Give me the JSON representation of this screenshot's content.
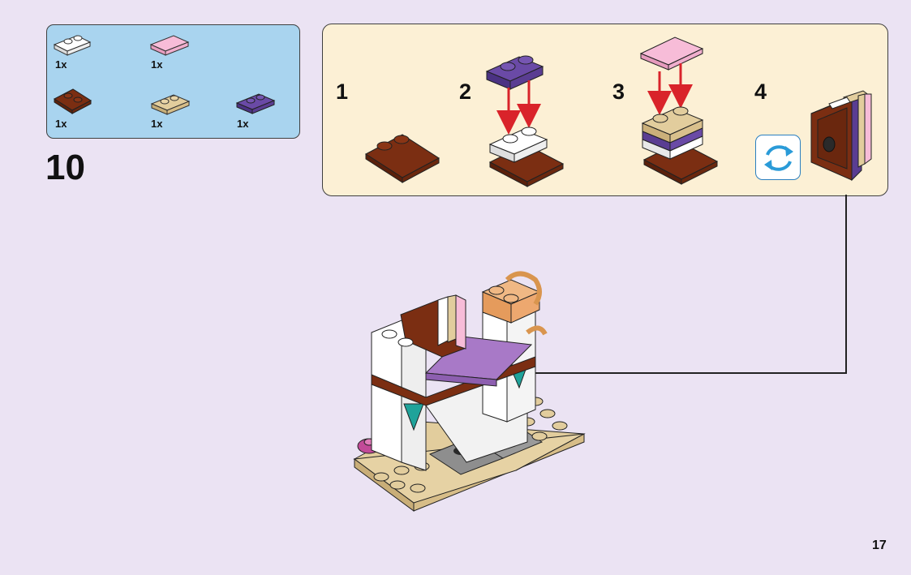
{
  "step": {
    "number": "10"
  },
  "parts_list": {
    "items": [
      {
        "name": "white-plate-1x2",
        "qty": "1x",
        "color": "#f5f5f5"
      },
      {
        "name": "pink-tile-1x2",
        "qty": "1x",
        "color": "#f6b6d4"
      },
      {
        "name": "brown-plate-2x2",
        "qty": "1x",
        "color": "#7b2e12"
      },
      {
        "name": "tan-plate-1x2",
        "qty": "1x",
        "color": "#dcc592"
      },
      {
        "name": "purple-plate-1x2",
        "qty": "1x",
        "color": "#5a3d92"
      }
    ]
  },
  "substeps": [
    {
      "label": "1"
    },
    {
      "label": "2"
    },
    {
      "label": "3"
    },
    {
      "label": "4"
    }
  ],
  "rotate_icon": "rotate-arrows-icon",
  "page": {
    "number": "17"
  }
}
